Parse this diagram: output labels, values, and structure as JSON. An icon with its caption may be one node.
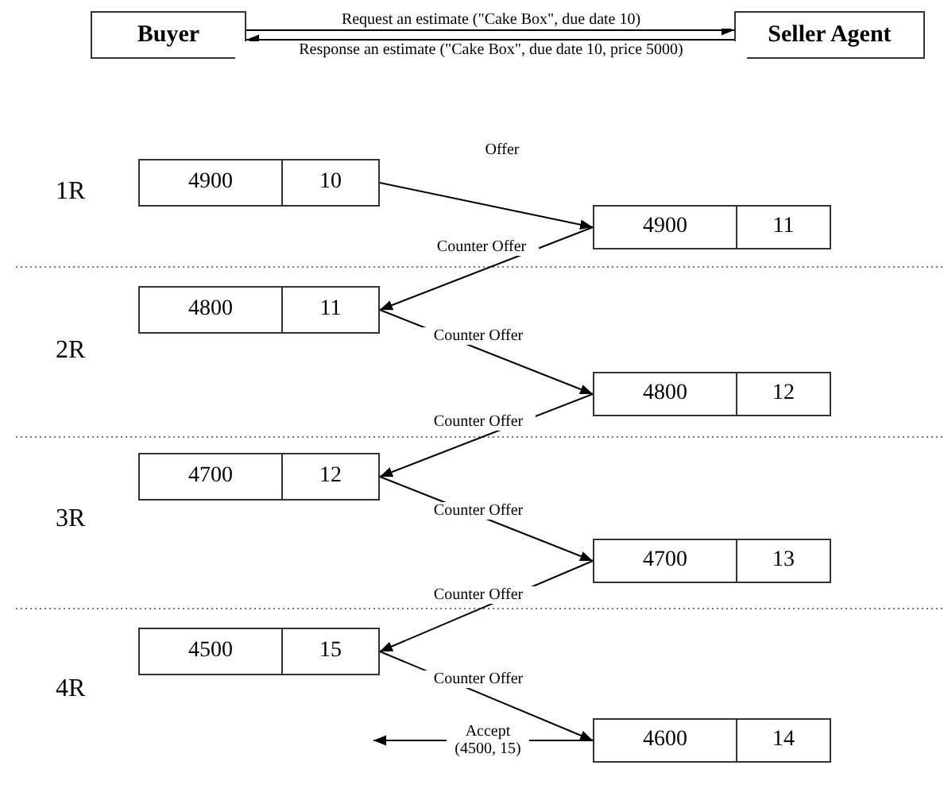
{
  "diagram": {
    "nodes": [
      {
        "text": [
          "Buyer"
        ]
      },
      {
        "text": [
          "Seller Agent"
        ]
      },
      {
        "text": [
          "4900",
          "10"
        ]
      },
      {
        "text": [
          "4900",
          "11"
        ]
      },
      {
        "text": [
          "4800",
          "11"
        ]
      },
      {
        "text": [
          "4800",
          "12"
        ]
      },
      {
        "text": [
          "4700",
          "12"
        ]
      },
      {
        "text": [
          "4700",
          "13"
        ]
      },
      {
        "text": [
          "4500",
          "15"
        ]
      },
      {
        "text": [
          "4600",
          "14"
        ]
      }
    ],
    "edges": [
      {
        "from": 0,
        "to": 1,
        "arrow": "to",
        "label": "Request an estimate (\"Cake Box\", due date 10)"
      },
      {
        "from": 1,
        "to": 0,
        "arrow": "to",
        "label": "Response an estimate (\"Cake Box\", due date 10, price 5000)"
      },
      {
        "from": 2,
        "to": 3,
        "arrow": "to",
        "label": "Offer"
      },
      {
        "from": 3,
        "to": 4,
        "arrow": "to",
        "label": "Counter Offer"
      },
      {
        "from": 4,
        "to": 5,
        "arrow": "to",
        "label": "Counter Offer"
      },
      {
        "from": 5,
        "to": 6,
        "arrow": "to",
        "label": "Counter Offer"
      },
      {
        "from": 6,
        "to": 7,
        "arrow": "to",
        "label": "Counter Offer"
      },
      {
        "from": 7,
        "to": 8,
        "arrow": "to",
        "label": "Counter Offer"
      },
      {
        "from": 8,
        "to": 9,
        "arrow": "to",
        "label": "Counter Offer"
      },
      {
        "from": 9,
        "to": null,
        "arrow": "to",
        "label": "Accept (4500, 15)"
      }
    ],
    "labels": [
      "1R",
      "2R",
      "3R",
      "4R"
    ]
  }
}
